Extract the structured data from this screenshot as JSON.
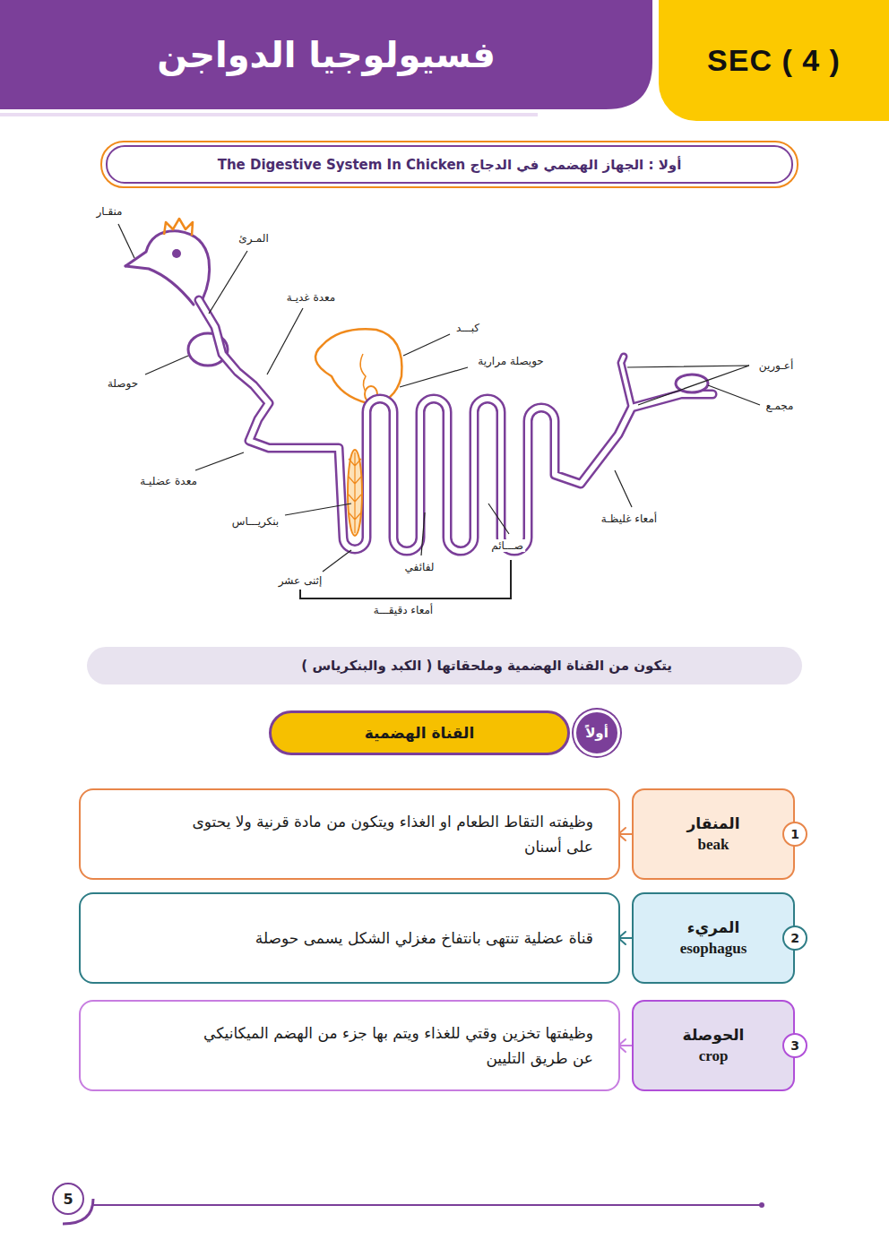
{
  "diagram": {
    "title": "فسيولوجيا الدواجن",
    "nodes": [
      {
        "text": [
          "SEC ( 4 )"
        ]
      },
      {
        "text": [
          "أولا : الجهاز الهضمي في الدجاج The Digestive System In Chicken"
        ]
      },
      {
        "text": [
          "يتكون من القناة الهضمية وملحقاتها ( الكبد والبنكرياس )"
        ]
      },
      {
        "text": [
          "أولاً"
        ]
      },
      {
        "text": [
          "القناة الهضمية"
        ]
      },
      {
        "text": [
          "1"
        ]
      },
      {
        "text": [
          "المنقار",
          "beak"
        ]
      },
      {
        "text": [
          "وظيفته التقاط الطعام او الغذاء ويتكون من مادة قرنية ولا يحتوى على أسنان"
        ]
      },
      {
        "text": [
          "2"
        ]
      },
      {
        "text": [
          "المريء",
          "esophagus"
        ]
      },
      {
        "text": [
          "قناة عضلية تنتهى بانتفاخ مغزلي الشكل يسمى حوصلة"
        ]
      },
      {
        "text": [
          "3"
        ]
      },
      {
        "text": [
          "الحوصلة",
          "crop"
        ]
      },
      {
        "text": [
          "وظيفتها تخزين وقتي للغذاء ويتم بها جزء من الهضم الميكانيكي عن طريق التليين"
        ]
      },
      {
        "text": [
          "5"
        ]
      }
    ],
    "edges": [
      {
        "from": 6,
        "to": 7,
        "arrow": "to"
      },
      {
        "from": 9,
        "to": 10,
        "arrow": "to"
      },
      {
        "from": 12,
        "to": 13,
        "arrow": "to"
      }
    ],
    "labels": [
      "منقـار",
      "المـرئ",
      "معدة غديـة",
      "حوصلة",
      "كبـــد",
      "حويصلة مرارية",
      "أعـورين",
      "مجمـع",
      "معدة عضليـة",
      "بنكريـــاس",
      "إثنى عشر",
      "لفائفي",
      "صـــائم",
      "أمعاء غليظـة",
      "أمعاء دقيقـــة"
    ]
  }
}
